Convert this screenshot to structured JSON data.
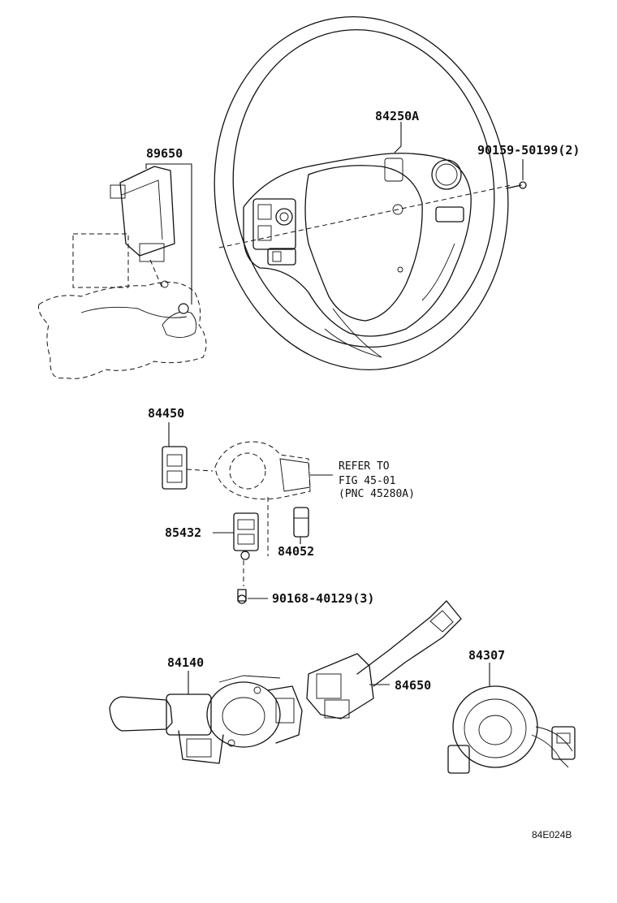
{
  "labels": {
    "steering_wheel": "84250A",
    "screw_top": "90159-50199(2)",
    "module": "89650",
    "switch_small": "84450",
    "refer_line1": "REFER TO",
    "refer_line2": "FIG 45-01",
    "refer_line3": "(PNC 45280A)",
    "switch_85432": "85432",
    "switch_84052": "84052",
    "screw_bottom": "90168-40129(3)",
    "combo_switch": "84140",
    "wiper_switch": "84650",
    "spiral_cable": "84307"
  },
  "figure_code": "84E024B"
}
